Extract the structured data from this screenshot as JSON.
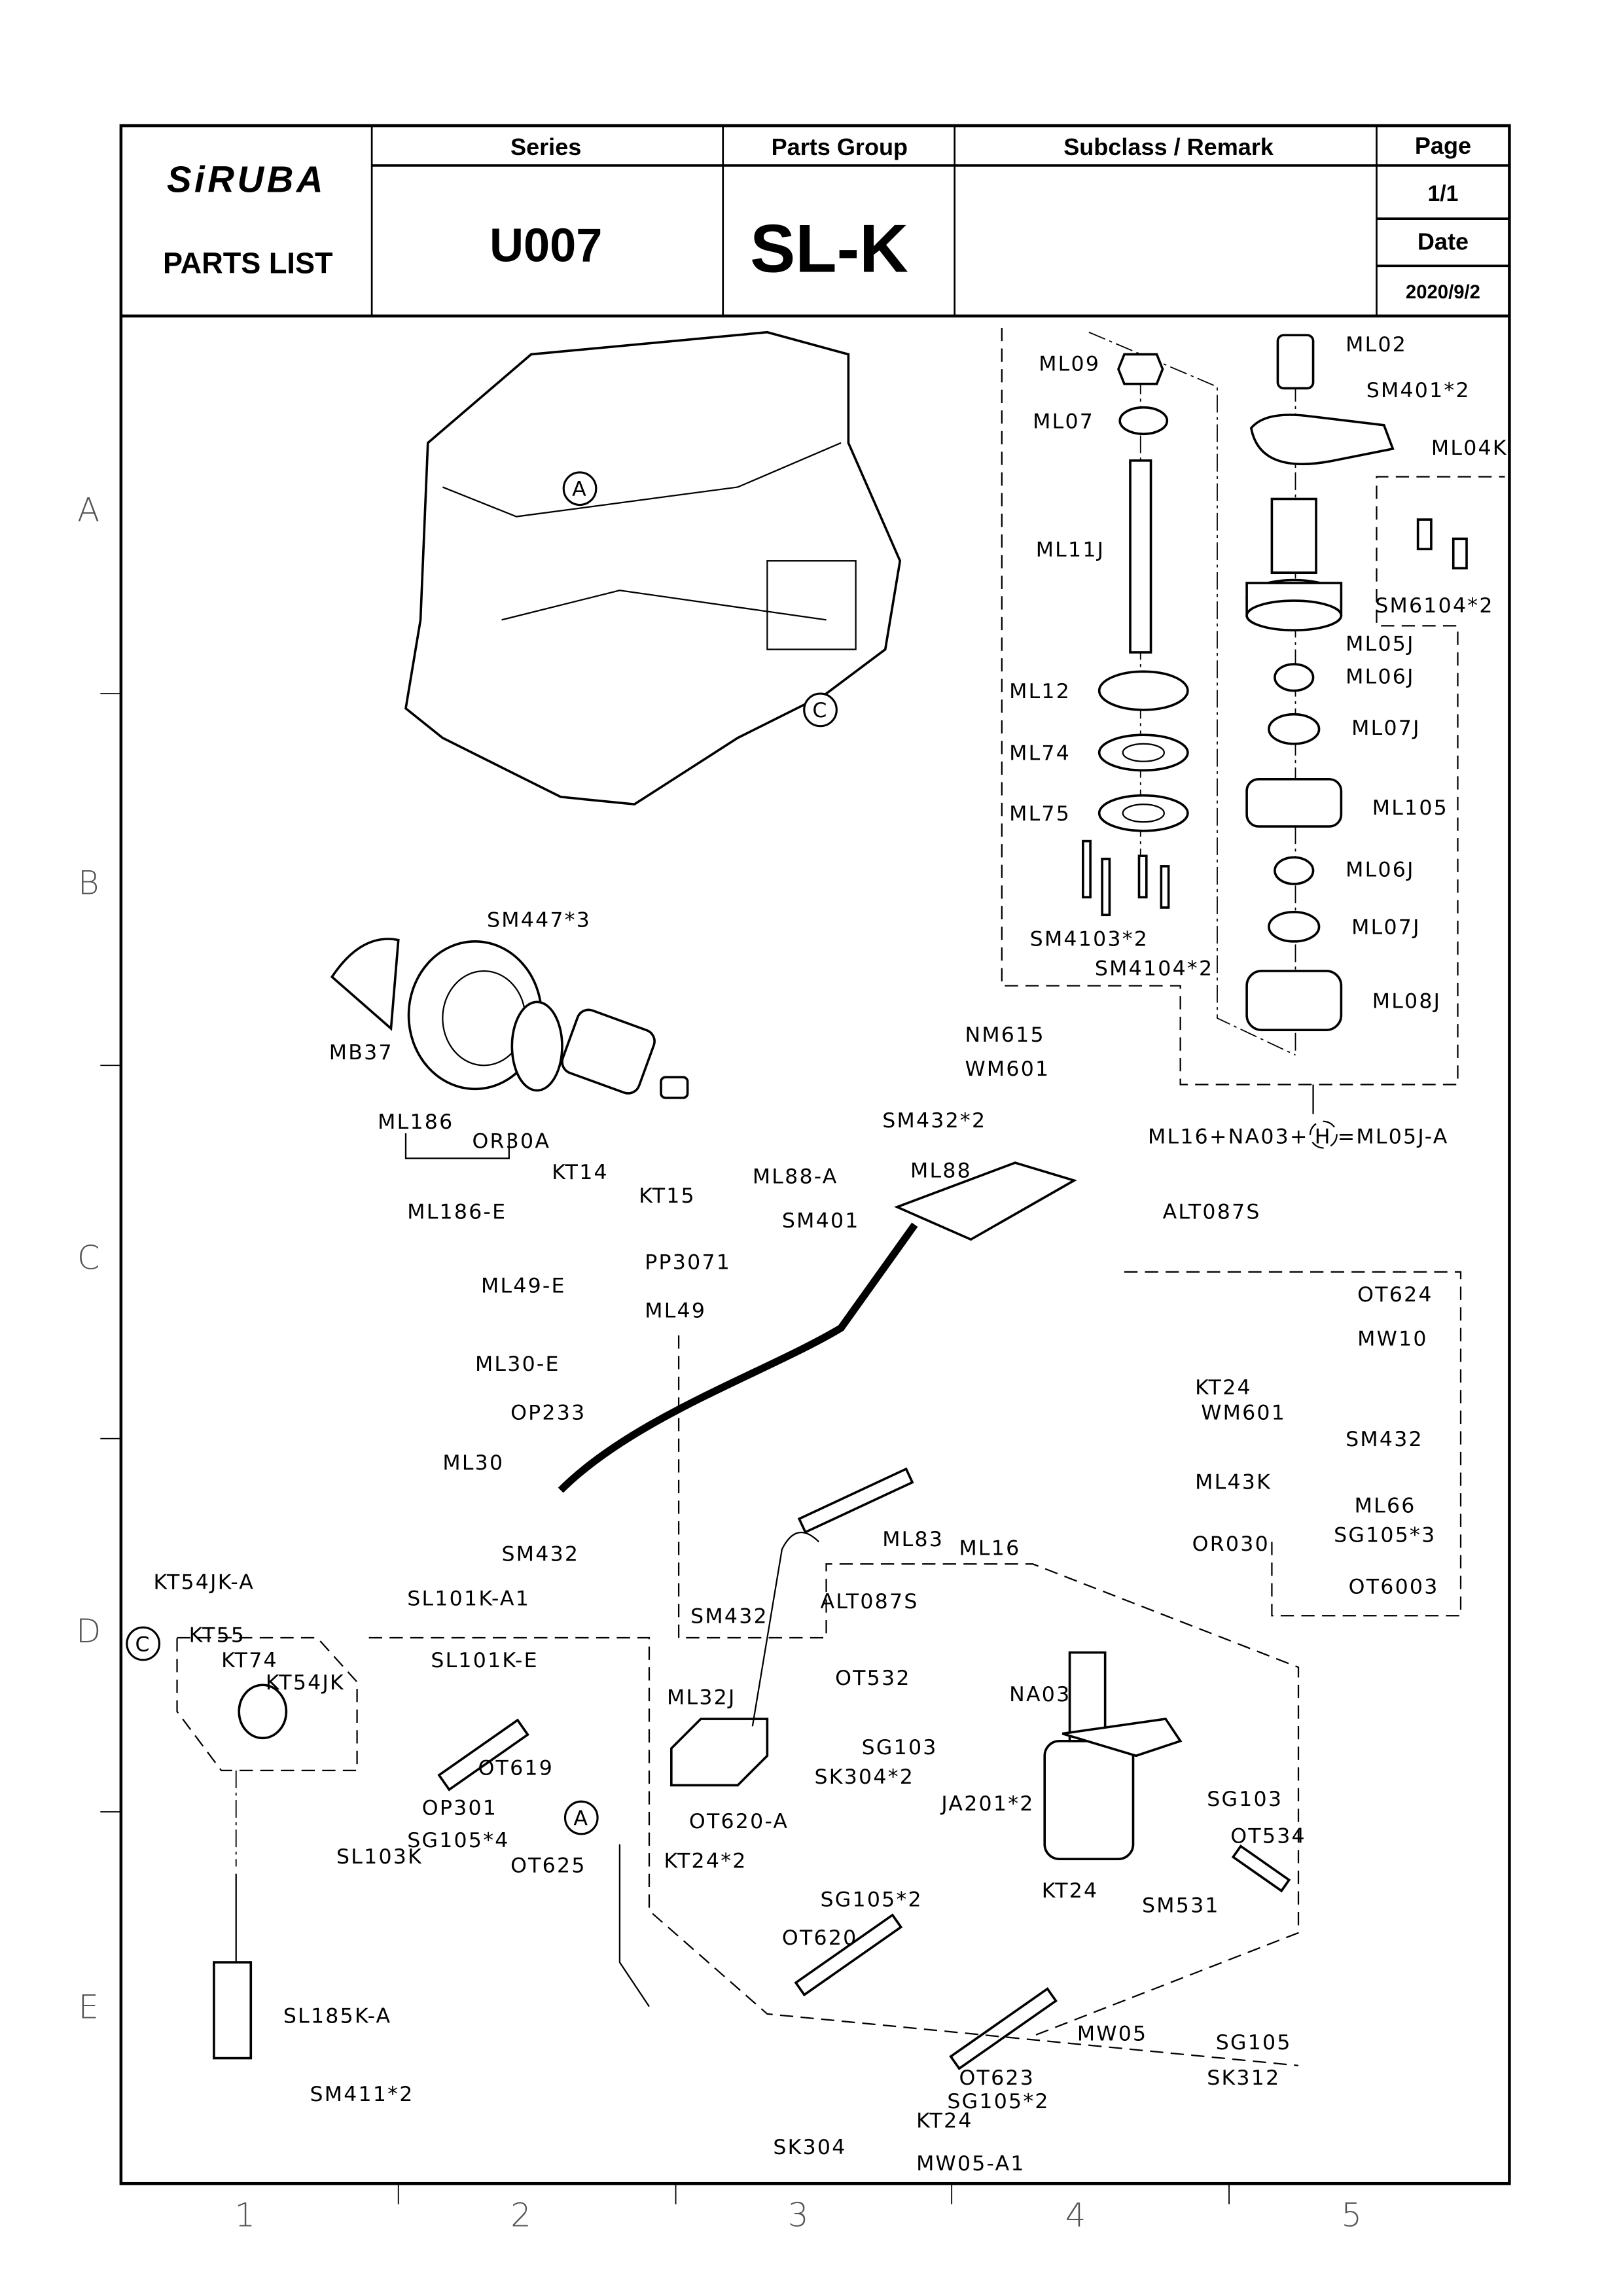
{
  "header": {
    "logo": "SiRUBA",
    "doc_type": "PARTS LIST",
    "series_label": "Series",
    "series_value": "U007",
    "parts_group_label": "Parts Group",
    "parts_group_value": "SL-K",
    "subclass_label": "Subclass / Remark",
    "subclass_value": "",
    "page_label": "Page",
    "page_value": "1/1",
    "date_label": "Date",
    "date_value": "2020/9/2"
  },
  "grid": {
    "rows": [
      "A",
      "B",
      "C",
      "D",
      "E"
    ],
    "columns": [
      "1",
      "2",
      "3",
      "4",
      "5"
    ]
  },
  "callouts": [
    "A",
    "C",
    "C",
    "A"
  ],
  "assembly_formula": {
    "before": "ML16+NA03+",
    "circled": "H",
    "after": "=ML05J-A"
  },
  "labels": [
    "ML09",
    "ML07",
    "ML11J",
    "ML12",
    "ML74",
    "ML75",
    "SM4103*2",
    "SM4104*2",
    "ML02",
    "SM401*2",
    "ML04K",
    "SM6104*2",
    "ML05J",
    "ML06J",
    "ML07J",
    "ML105",
    "ML06J",
    "ML07J",
    "ML08J",
    "NM615",
    "WM601",
    "SM432*2",
    "ML88-A",
    "ML88",
    "SM401",
    "ALT087S",
    "PP3071",
    "ML49-E",
    "ML49",
    "OT624",
    "MW10",
    "KT24",
    "WM601",
    "SM432",
    "ML30-E",
    "OP233",
    "ML30",
    "ML43K",
    "ML66",
    "OR030",
    "SG105*3",
    "OT6003",
    "SM432",
    "ML83",
    "ML16",
    "SM432",
    "ALT087S",
    "KT54JK-A",
    "SL101K-A1",
    "KT55",
    "KT74",
    "KT54JK",
    "SL101K-E",
    "OT532",
    "ML32J",
    "NA03",
    "SG103",
    "OT619",
    "SK304*2",
    "JA201*2",
    "SG103",
    "OP301",
    "SG105*4",
    "SL103K",
    "OT620-A",
    "OT534",
    "OT625",
    "KT24*2",
    "SG105*2",
    "KT24",
    "SM531",
    "OT620",
    "SL185K-A",
    "MW05",
    "SG105",
    "OT623",
    "SK312",
    "SG105*2",
    "SM411*2",
    "KT24",
    "SK304",
    "MW05-A1",
    "SM447*3",
    "MB37",
    "ML186",
    "OR30A",
    "KT14",
    "KT15",
    "ML186-E"
  ]
}
